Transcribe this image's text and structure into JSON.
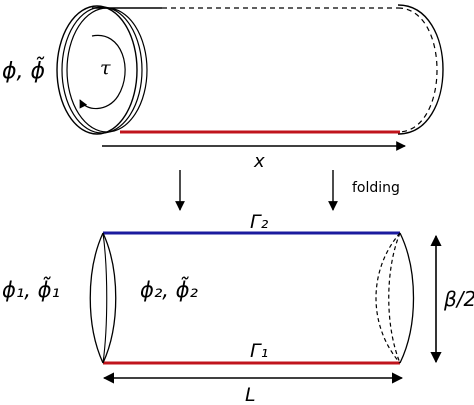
{
  "colors": {
    "line": "#000000",
    "red_line": "#c0141c",
    "blue_line": "#1b1b9e"
  },
  "top_figure": {
    "field_label": "ϕ, ϕ̃",
    "tau_label": "τ",
    "x_axis_label": "x"
  },
  "arrows": {
    "folding_label": "folding"
  },
  "bottom_figure": {
    "left_field_label": "ϕ₁, ϕ̃₁",
    "inner_field_label": "ϕ₂, ϕ̃₂",
    "top_edge_label": "Γ₂",
    "bottom_edge_label": "Γ₁",
    "height_label": "β/2",
    "length_label": "L"
  }
}
